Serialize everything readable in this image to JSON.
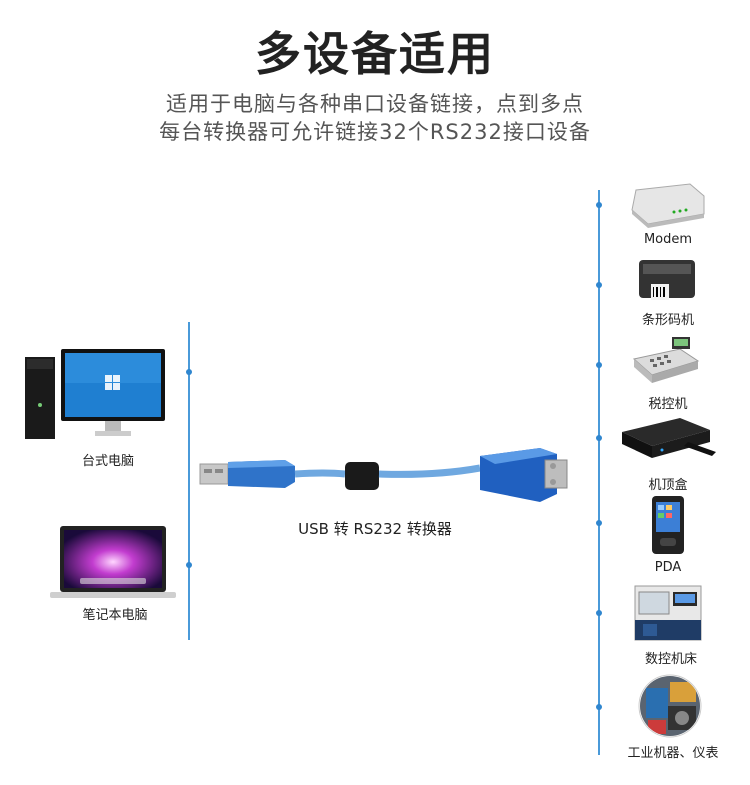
{
  "header": {
    "title": "多设备适用",
    "subtitle_line1": "适用于电脑与各种串口设备链接，点到多点",
    "subtitle_line2": "每台转换器可允许链接32个RS232接口设备"
  },
  "hosts": [
    {
      "label": "台式电脑",
      "icon": "desktop-computer-icon"
    },
    {
      "label": "笔记本电脑",
      "icon": "laptop-icon"
    }
  ],
  "cable": {
    "label": "USB 转 RS232 转换器"
  },
  "devices": [
    {
      "label": "Modem",
      "icon": "modem-icon"
    },
    {
      "label": "条形码机",
      "icon": "barcode-printer-icon"
    },
    {
      "label": "税控机",
      "icon": "tax-register-icon"
    },
    {
      "label": "机顶盒",
      "icon": "set-top-box-icon"
    },
    {
      "label": "PDA",
      "icon": "pda-icon"
    },
    {
      "label": "数控机床",
      "icon": "cnc-machine-icon"
    },
    {
      "label": "工业机器、仪表",
      "icon": "industrial-instrument-icon"
    }
  ],
  "colors": {
    "line": "#4a9ad9",
    "cable_blue": "#2a6fd0"
  }
}
